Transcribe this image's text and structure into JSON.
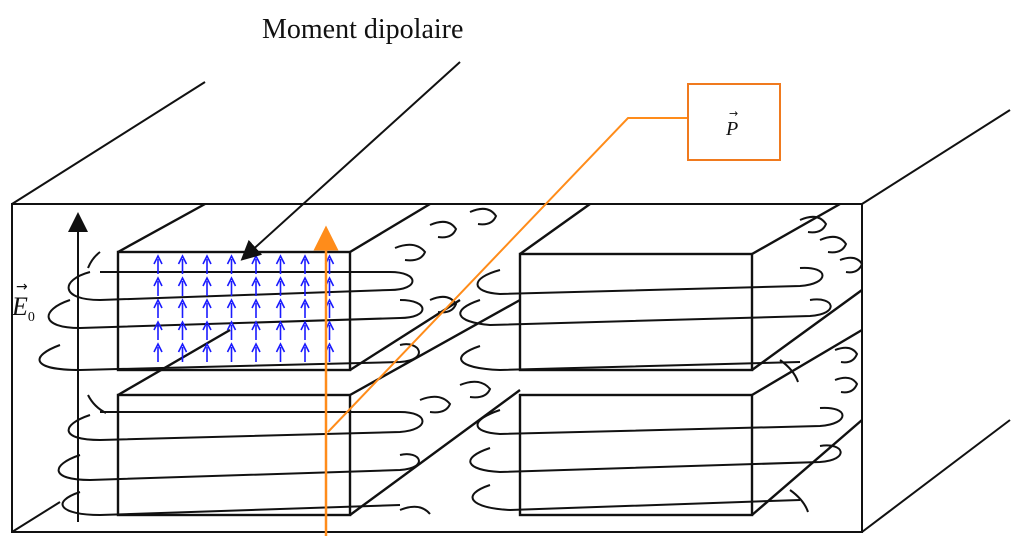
{
  "labels": {
    "title": "Moment dipolaire",
    "polarization": "P",
    "field": "E",
    "field_subscript": "0"
  },
  "colors": {
    "line": "#111111",
    "dipole": "#1a1aff",
    "polarization": "#ff8c1a",
    "box_border": "#f07a1e"
  },
  "icons": {
    "arrow_over": "vector-arrow-icon"
  }
}
